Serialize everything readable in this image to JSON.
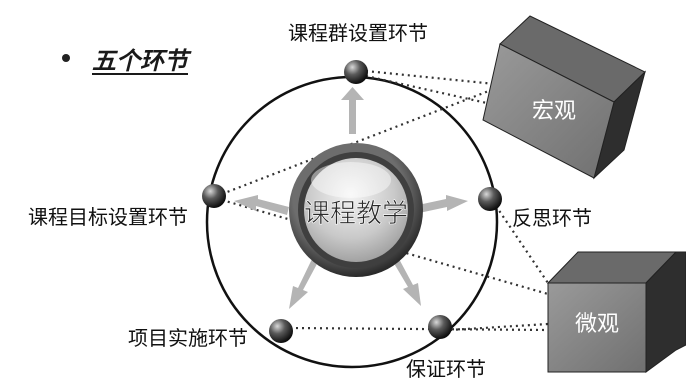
{
  "heading": {
    "text": "五个环节"
  },
  "center": {
    "label": "课程教学"
  },
  "stages": [
    {
      "id": "group",
      "label": "课程群设置环节"
    },
    {
      "id": "reflect",
      "label": "反思环节"
    },
    {
      "id": "assure",
      "label": "保证环节"
    },
    {
      "id": "project",
      "label": "项目实施环节"
    },
    {
      "id": "goal",
      "label": "课程目标设置环节"
    }
  ],
  "levels": [
    {
      "id": "macro",
      "label": "宏观"
    },
    {
      "id": "micro",
      "label": "微观"
    }
  ],
  "colors": {
    "ring": "#111111",
    "arrow": "#b4b4b4",
    "dots": "#333333",
    "box_front": "#8a8a8a",
    "box_side": "#2e2e2e",
    "box_top": "#6a6a6a"
  }
}
